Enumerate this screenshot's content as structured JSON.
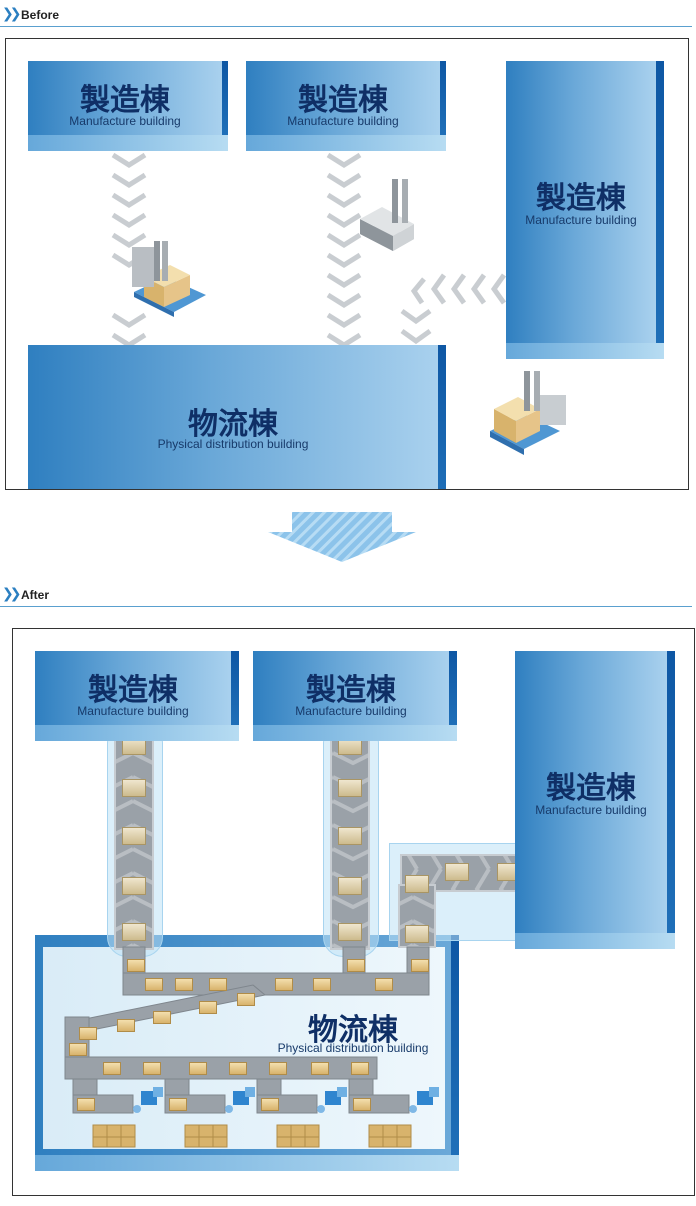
{
  "before": {
    "label": "Before"
  },
  "after": {
    "label": "After"
  },
  "manufacture": {
    "jp": "製造棟",
    "en": "Manufacture building"
  },
  "distribution": {
    "jp": "物流棟",
    "en": "Physical distribution building"
  },
  "icons": {
    "section_marker": "double-chevron-right-icon",
    "forklift": "forklift-icon",
    "transition_arrow": "down-arrow-icon",
    "conveyor": "conveyor-icon",
    "robot_arm": "robot-arm-icon"
  },
  "colors": {
    "building_dark": "#0e57a4",
    "building_light": "#a9d1ee",
    "label_text": "#0f2f66",
    "conveyor_gray": "#9aa1a8",
    "box_tan": "#cdbb8d",
    "accent_blue": "#2b7fc1"
  }
}
